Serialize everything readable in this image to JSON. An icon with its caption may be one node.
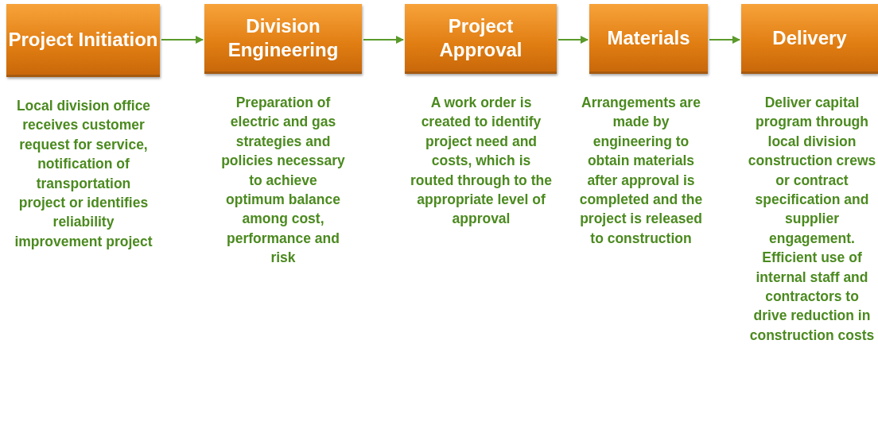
{
  "diagram": {
    "nodes": [
      {
        "text": [
          "Project Initiation"
        ],
        "beside": [
          "Local division office receives customer request for service, notification of transportation project or identifies reliability improvement project"
        ]
      },
      {
        "text": [
          "Division Engineering"
        ],
        "beside": [
          "Preparation of electric and gas strategies and policies necessary to achieve optimum balance among cost, performance and risk"
        ]
      },
      {
        "text": [
          "Project Approval"
        ],
        "beside": [
          "A work order is created to identify project need and costs, which is routed through to the appropriate level of approval"
        ]
      },
      {
        "text": [
          "Materials"
        ],
        "beside": [
          "Arrangements are made by engineering to obtain materials after approval is completed and the project is released to construction"
        ]
      },
      {
        "text": [
          "Delivery"
        ],
        "beside": [
          "Deliver capital program through local division construction crews or contract specification and supplier engagement. Efficient use of internal staff and contractors to drive reduction in construction costs"
        ]
      }
    ],
    "edges": [
      {
        "from": 0,
        "to": 1,
        "arrow": "to"
      },
      {
        "from": 1,
        "to": 2,
        "arrow": "to"
      },
      {
        "from": 2,
        "to": 3,
        "arrow": "to"
      },
      {
        "from": 3,
        "to": 4,
        "arrow": "to"
      }
    ]
  }
}
